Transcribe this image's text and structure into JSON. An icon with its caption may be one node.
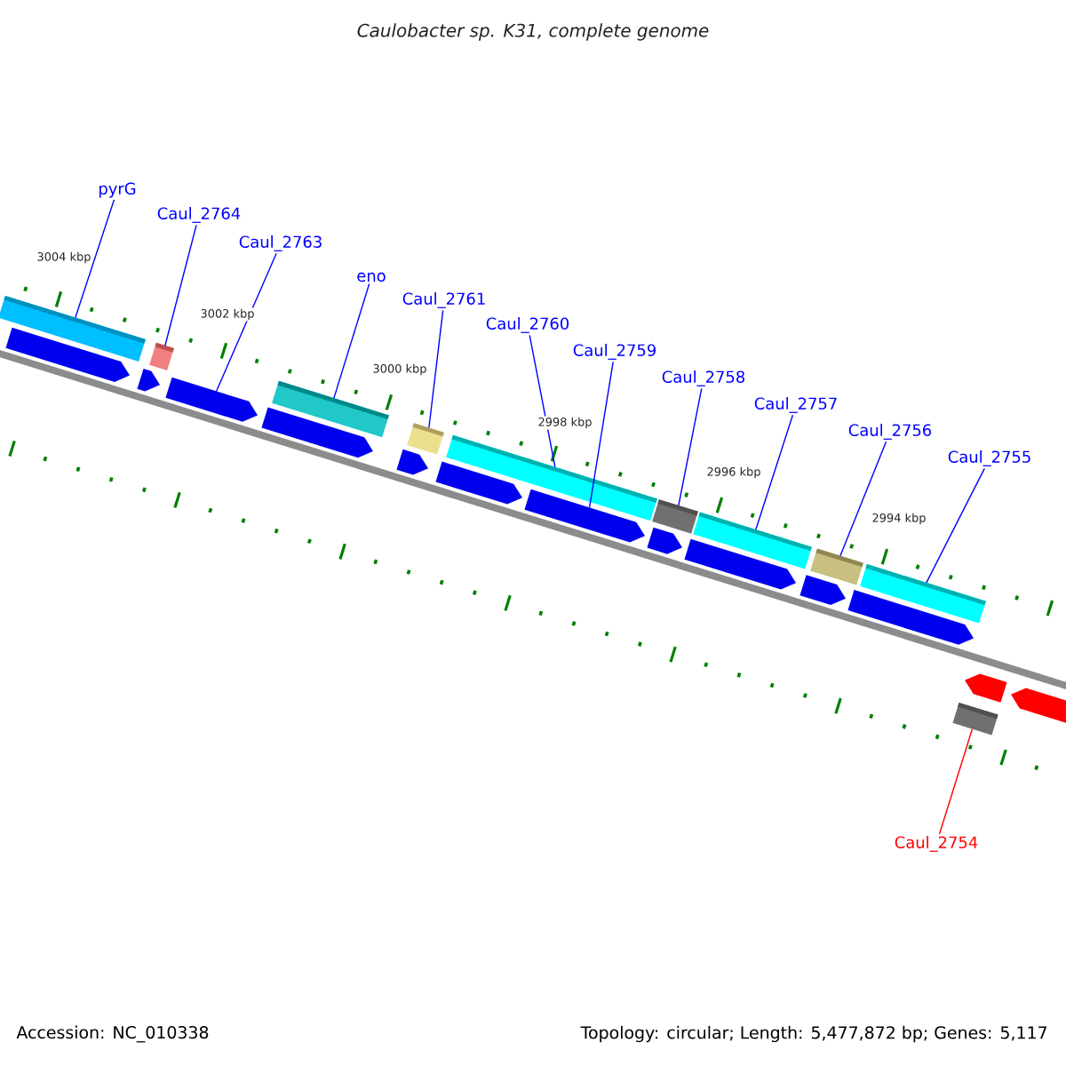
{
  "diagram": {
    "title": "Caulobacter sp. K31, complete genome",
    "nodes": [
      {
        "text": [
          "pyrG"
        ]
      },
      {
        "text": [],
        "shape": "bar"
      },
      {
        "text": [
          "Caul_2764"
        ]
      },
      {
        "text": [],
        "shape": "bar"
      },
      {
        "text": [
          "Caul_2763"
        ]
      },
      {
        "text": [],
        "shape": "arrow"
      },
      {
        "text": [
          "eno"
        ]
      },
      {
        "text": [],
        "shape": "bar"
      },
      {
        "text": [
          "Caul_2761"
        ]
      },
      {
        "text": [],
        "shape": "bar"
      },
      {
        "text": [
          "Caul_2760"
        ]
      },
      {
        "text": [],
        "shape": "bar"
      },
      {
        "text": [
          "Caul_2759"
        ]
      },
      {
        "text": [],
        "shape": "arrow"
      },
      {
        "text": [
          "Caul_2758"
        ]
      },
      {
        "text": [],
        "shape": "bar"
      },
      {
        "text": [
          "Caul_2757"
        ]
      },
      {
        "text": [],
        "shape": "bar"
      },
      {
        "text": [
          "Caul_2756"
        ]
      },
      {
        "text": [],
        "shape": "bar"
      },
      {
        "text": [
          "Caul_2755"
        ]
      },
      {
        "text": [],
        "shape": "bar"
      },
      {
        "text": [
          "Caul_2754"
        ]
      },
      {
        "text": [],
        "shape": "bar"
      }
    ],
    "edges": [
      {
        "from": 0,
        "to": 1,
        "arrow": "none"
      },
      {
        "from": 2,
        "to": 3,
        "arrow": "none"
      },
      {
        "from": 4,
        "to": 5,
        "arrow": "none"
      },
      {
        "from": 6,
        "to": 7,
        "arrow": "none"
      },
      {
        "from": 8,
        "to": 9,
        "arrow": "none"
      },
      {
        "from": 10,
        "to": 11,
        "arrow": "none"
      },
      {
        "from": 12,
        "to": 13,
        "arrow": "none"
      },
      {
        "from": 14,
        "to": 15,
        "arrow": "none"
      },
      {
        "from": 16,
        "to": 17,
        "arrow": "none"
      },
      {
        "from": 18,
        "to": 19,
        "arrow": "none"
      },
      {
        "from": 20,
        "to": 21,
        "arrow": "none"
      },
      {
        "from": 22,
        "to": 23,
        "arrow": "none",
        "color": "#ff0000"
      }
    ],
    "labels": [
      "3004 kbp",
      "3002 kbp",
      "3000 kbp",
      "2998 kbp",
      "2996 kbp",
      "2994 kbp",
      "Accession: NC_010338",
      "Topology: circular; Length: 5,477,872 bp; Genes: 5,117"
    ]
  }
}
